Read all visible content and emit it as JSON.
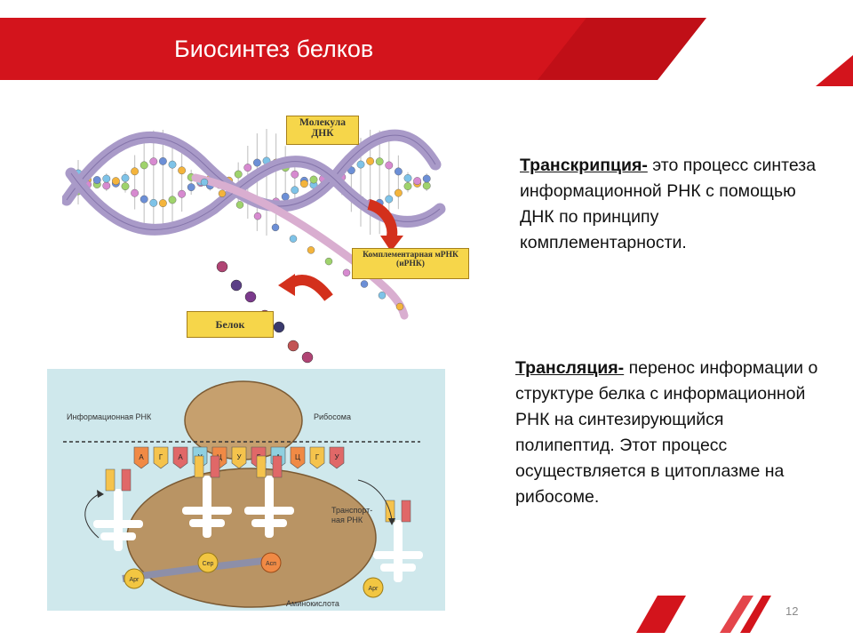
{
  "slide": {
    "title": "Биосинтез белков",
    "slide_number": "12"
  },
  "colors": {
    "accent_red": "#d3141c",
    "dna_band": "#a99ac8",
    "label_yellow": "#f6d64a",
    "ribosome": "#b99464",
    "panel_bg": "#cfe8ec"
  },
  "text": {
    "transcription_term": "Транскрипция-",
    "transcription_body": " это процесс синтеза информационной РНК с помощью ДНК по принципу комплементарности.",
    "translation_term": "Трансляция-",
    "translation_body": " перенос информации о структуре белка с информационной РНК на синтезирующийся полипептид. Этот процесс осуществляется в цитоплазме на рибосоме."
  },
  "dna_figure": {
    "label_dna": "Молекула ДНК",
    "label_mrna": "Комплементарная мРНК (иРНК)",
    "label_protein": "Белок"
  },
  "ribosome_figure": {
    "label_mrna": "Информационная РНК",
    "label_ribosome": "Рибосома",
    "label_trna": "Транспорт-ная РНК",
    "label_amino": "Аминокислота",
    "codons": [
      "А",
      "Г",
      "А",
      "У",
      "Ц",
      "У",
      "Г",
      "А",
      "Ц",
      "Г",
      "У"
    ],
    "aa_1": "Арг",
    "aa_2": "Сер",
    "aa_3": "Асп",
    "aa_4": "Арг"
  }
}
